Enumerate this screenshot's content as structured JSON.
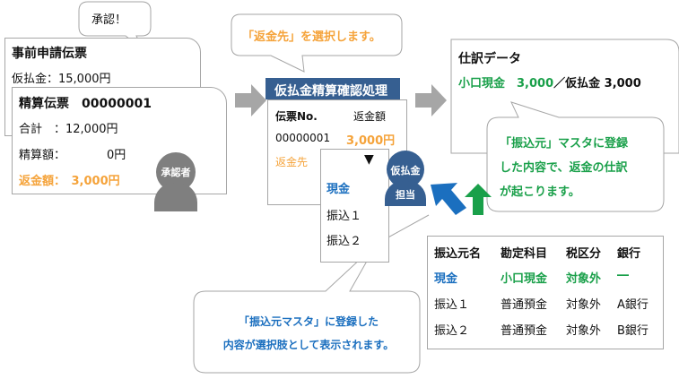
{
  "approval_bubble": {
    "text": "承認！"
  },
  "pre_request_slip": {
    "title": "事前申請伝票",
    "advance_line": "仮払金：15,000円"
  },
  "settlement_slip": {
    "title": "精算伝票　00000001",
    "total_line": "合計　：12,000円",
    "settled_label": "精算額：",
    "settled_value": "0円",
    "refund_line": "返金額：　3,000円"
  },
  "approver": {
    "label": "承認者",
    "color": "#7f7f7f"
  },
  "select_bubble": {
    "text": "「返金先」を選択します。"
  },
  "confirm_process": {
    "title": "仮払金精算確認処理",
    "col_slip_no": "伝票No.",
    "col_refund": "返金額",
    "slip_no": "00000001",
    "refund_amount": "3,000円",
    "refund_dest_label": "返金先",
    "dropdown_arrow": "▼",
    "options": [
      "現金",
      "振込１",
      "振込２"
    ],
    "selected_option": "現金"
  },
  "staff": {
    "line1": "仮払金",
    "line2": "担当",
    "color": "#365f91"
  },
  "journal": {
    "title": "仕訳データ",
    "debit": "小口現金　3,000",
    "separator_credit": "／仮払金 3,000"
  },
  "journal_bubble": {
    "lines": [
      "「振込元」マスタに登録",
      "した内容で、返金の仕訳",
      "が起こります。"
    ]
  },
  "master_bubble": {
    "lines": [
      "「振込元マスタ」に登録した",
      "内容が選択肢として表示されます。"
    ]
  },
  "master_table": {
    "headers": [
      "振込元名",
      "勘定科目",
      "税区分",
      "銀行"
    ],
    "rows": [
      [
        "現金",
        "小口現金",
        "対象外",
        "―"
      ],
      [
        "振込１",
        "普通預金",
        "対象外",
        "A銀行"
      ],
      [
        "振込２",
        "普通預金",
        "対象外",
        "B銀行"
      ]
    ]
  },
  "colors": {
    "orange": "#f5a33a",
    "green": "#1aa04a",
    "blue": "#1b6fbf",
    "navy": "#365f91",
    "gray_arrow": "#a6a6a6"
  }
}
